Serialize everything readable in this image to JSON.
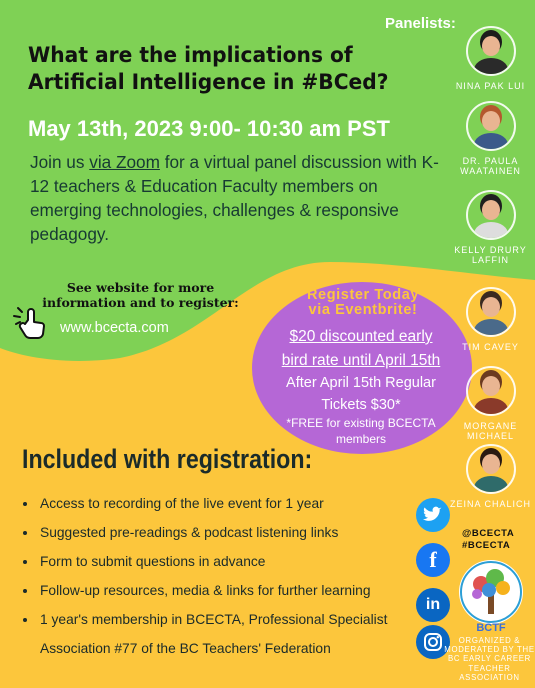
{
  "headline": {
    "line1": "What are the implications of",
    "line2": "Artificial Intelligence in #BCed?"
  },
  "event_date": "May 13th, 2023 9:00- 10:30 am PST",
  "intro": {
    "before_link": "Join us ",
    "link": "via Zoom",
    "after_link": " for a virtual panel discussion with K-12 teachers & Education Faculty members on emerging technologies, challenges & responsive pedagogy."
  },
  "panelists_title": "Panelists:",
  "panelists": [
    {
      "name": "NINA PAK LUI",
      "hair": "#1b1b1b",
      "top": "#2a2a2a"
    },
    {
      "name": "DR. PAULA WAATAINEN",
      "hair": "#b4582e",
      "top": "#3b5a8a"
    },
    {
      "name": "KELLY DRURY LAFFIN",
      "hair": "#1f1f1f",
      "top": "#dddddd"
    },
    {
      "name": "TIM CAVEY",
      "hair": "#3a2a20",
      "top": "#4a6a8a"
    },
    {
      "name": "MORGANE MICHAEL",
      "hair": "#6b3a20",
      "top": "#8a3a2a"
    },
    {
      "name": "ZEINA CHALICH",
      "hair": "#2a1a12",
      "top": "#2f6b6a"
    }
  ],
  "website_prompt": "See website for more information and to register:",
  "website": "www.bcecta.com",
  "registration": {
    "title_line1": "Register Today",
    "title_line2": "via Eventbrite!",
    "early_line1": "$20 discounted early",
    "early_line2": "bird rate until April 15th",
    "after_line1": "After April 15th Regular",
    "after_line2": "Tickets $30*",
    "free_line1": "*FREE for existing BCECTA",
    "free_line2": "members"
  },
  "included_title": "Included with registration:",
  "included_items": [
    "Access to recording of the live event for 1 year",
    "Suggested pre-readings & podcast listening links",
    "Form to submit questions in advance",
    "Follow-up resources, media & links for further learning",
    "1 year's membership in BCECTA, Professional Specialist Association #77 of the BC Teachers' Federation"
  ],
  "social": {
    "handle_line1": "@BCECTA",
    "handle_line2": "#BCECTA"
  },
  "bctf_label": "BCTF",
  "organized": "ORGANIZED & MODERATED BY THE BC EARLY CAREER TEACHER ASSOCIATION",
  "colors": {
    "green": "#7fd155",
    "yellow": "#fcc63c",
    "purple": "#b567d6",
    "white": "#ffffff"
  }
}
